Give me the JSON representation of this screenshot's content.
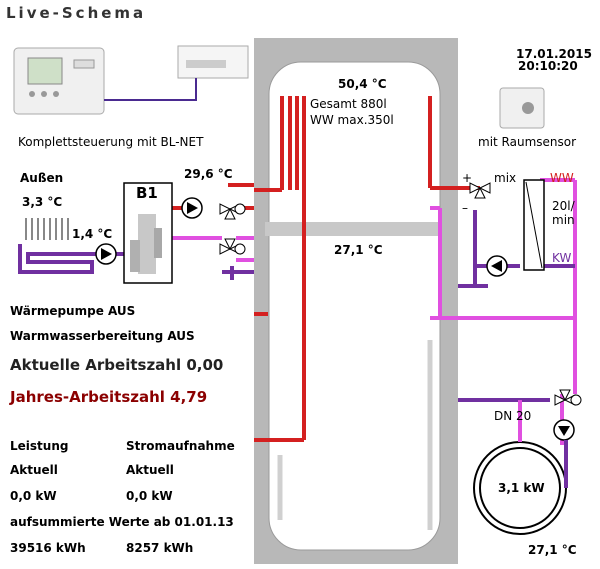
{
  "title": "Live-Schema",
  "datetime": {
    "date": "17.01.2015",
    "time": "20:10:20"
  },
  "control": {
    "label": "Komplettsteuerung mit BL-NET"
  },
  "room_sensor": {
    "label": "mit Raumsensor"
  },
  "outdoor": {
    "label": "Außen",
    "temp": "3,3 °C"
  },
  "heatpump": {
    "name": "B1",
    "brine_temp": "1,4 °C",
    "flow_temp": "29,6 °C"
  },
  "tank": {
    "top_temp": "50,4 °C",
    "total": "Gesamt 880l",
    "ww_max": "WW max.350l",
    "mid_temp": "27,1 °C"
  },
  "fresh_water": {
    "plus": "+",
    "minus": "–",
    "mix": "mix",
    "ww": "WW",
    "flow": "20l/",
    "flow_unit": "min",
    "kw": "KW"
  },
  "heating_circuit": {
    "dn": "DN 20",
    "power": "3,1 kW",
    "return_temp": "27,1 °C"
  },
  "status": {
    "heatpump": "Wärmepumpe AUS",
    "dhw": "Warmwasserbereitung AUS",
    "current_cop": "Aktuelle Arbeitszahl 0,00",
    "annual_cop": "Jahres-Arbeitszahl 4,79"
  },
  "stats": {
    "col1_header": "Leistung",
    "col2_header": "Stromaufnahme",
    "col1_sub": "Aktuell",
    "col2_sub": "Aktuell",
    "col1_value": "0,0 kW",
    "col2_value": "0,0 kW",
    "since": "aufsummierte Werte ab 01.01.13",
    "col1_total": "39516 kWh",
    "col2_total": "8257 kWh"
  },
  "colors": {
    "hot": "#d42020",
    "warm": "#e050e0",
    "cold": "#7030a0",
    "tank": "#b8b8b8",
    "annual_cop": "#8b0000"
  }
}
